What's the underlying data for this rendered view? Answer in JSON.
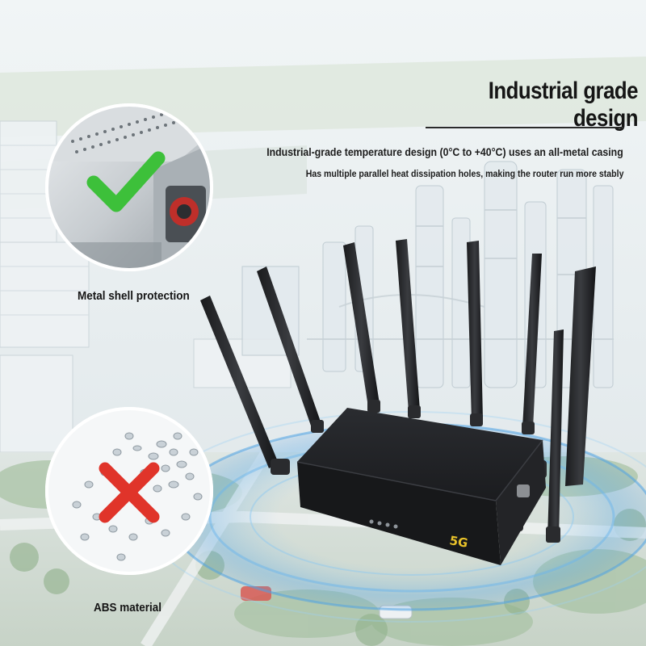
{
  "headline": {
    "title": "Industrial grade design",
    "line1": "Industrial-grade temperature design (0°C to +40°C) uses an all-metal casing",
    "line2": "Has multiple parallel heat dissipation holes, making the router run more stably"
  },
  "features": {
    "metal_label": "Metal shell protection",
    "abs_label": "ABS material"
  },
  "router": {
    "badge": "5G",
    "antenna_count": 8
  },
  "icons": {
    "good": "check-icon",
    "bad": "cross-icon"
  },
  "colors": {
    "check": "#3dc03a",
    "cross": "#e0342a",
    "router_body": "#1c1d20",
    "badge": "#e9c22a",
    "signal_wave": "#5aa9e6"
  }
}
